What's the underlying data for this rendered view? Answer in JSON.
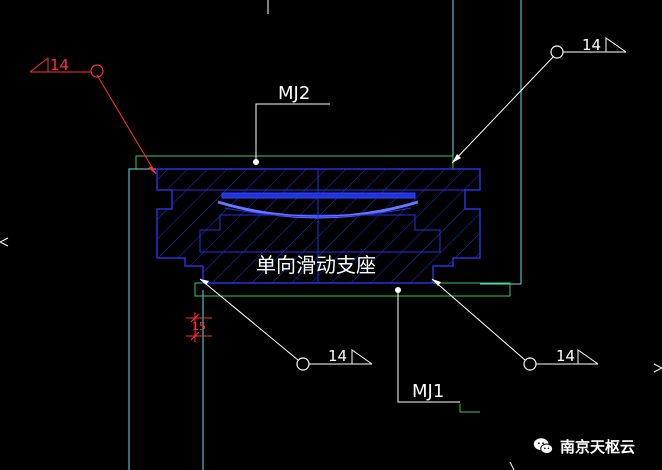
{
  "labels": {
    "weld_size_top_left": "14",
    "weld_size_top_right": "14",
    "weld_size_bottom_left": "14",
    "weld_size_bottom_right": "14",
    "mj2": "MJ2",
    "mj1": "MJ1",
    "bearing_name": "单向滑动支座",
    "dimension_15": "15"
  },
  "colors": {
    "background": "#000000",
    "bearing_blue": "#2233dd",
    "outline_green": "#33cc66",
    "outline_cyan": "#66e0e0",
    "leader_white": "#ffffff",
    "leader_red": "#ff3030"
  },
  "watermark": {
    "text": "南京天枢云",
    "icon": "wechat-icon"
  }
}
